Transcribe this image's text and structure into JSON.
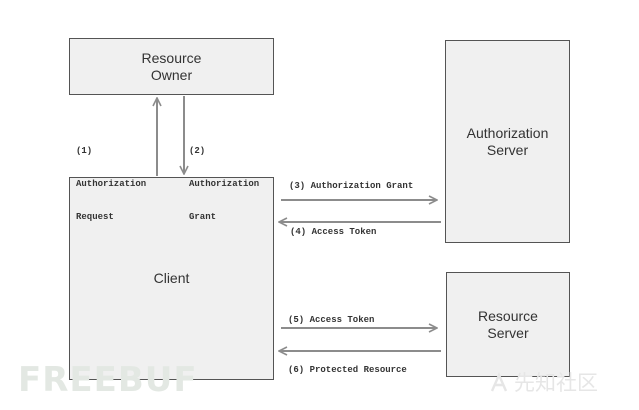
{
  "nodes": {
    "resource_owner": {
      "line1": "Resource",
      "line2": "Owner"
    },
    "authorization_server": {
      "line1": "Authorization",
      "line2": "Server"
    },
    "client": {
      "label": "Client"
    },
    "resource_server": {
      "line1": "Resource",
      "line2": "Server"
    }
  },
  "edges": {
    "step1": {
      "line1": "(1)",
      "line2": "Authorization",
      "line3": "Request"
    },
    "step2": {
      "line1": "(2)",
      "line2": "Authorization",
      "line3": "Grant"
    },
    "step3": {
      "label": "(3) Authorization Grant"
    },
    "step4": {
      "label": "(4) Access Token"
    },
    "step5": {
      "label": "(5) Access Token"
    },
    "step6": {
      "label": "(6) Protected Resource"
    }
  },
  "watermarks": {
    "left": "FREEBUF",
    "right": "先知社区"
  },
  "colors": {
    "box_fill": "#f0f0f0",
    "box_border": "#545454",
    "arrow": "#8c8c8c",
    "text": "#333333"
  }
}
